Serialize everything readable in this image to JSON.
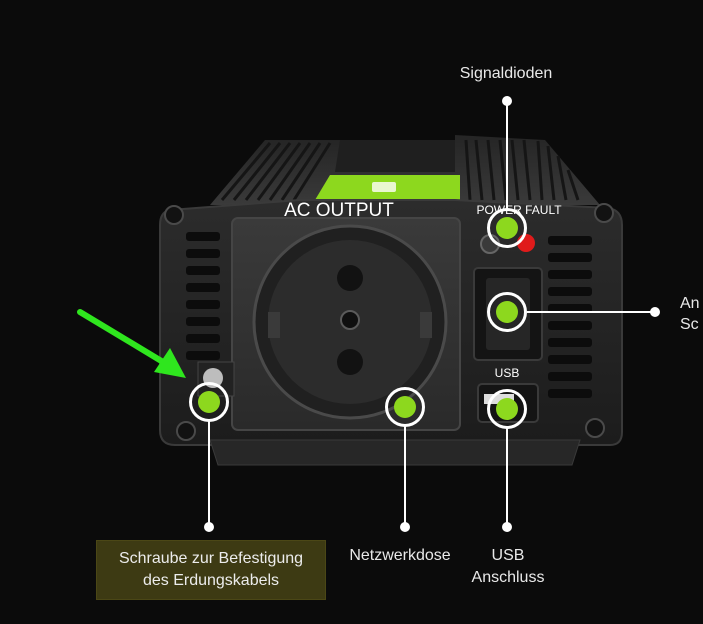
{
  "device": {
    "ac_output_label": "AC OUTPUT",
    "power_fault_label": "POWER FAULT",
    "usb_port_label": "USB"
  },
  "callouts": {
    "signaldioden": "Signaldioden",
    "netzwerkdose": "Netzwerkdose",
    "usb_line1": "USB",
    "usb_line2": "Anschluss",
    "right_line1": "An",
    "right_line2": "Sc",
    "schraube_line1": "Schraube zur Befestigung",
    "schraube_line2": "des Erdungskabels"
  },
  "colors": {
    "background": "#0b0b0b",
    "accent_green": "#8dd81e",
    "arrow_green": "#2fe61e",
    "highlight_box": "#3d3a13",
    "led_red": "#e01b1b"
  },
  "icons": [
    "pointer-arrow-icon",
    "ground-screw-icon",
    "socket-icon",
    "usb-icon"
  ]
}
